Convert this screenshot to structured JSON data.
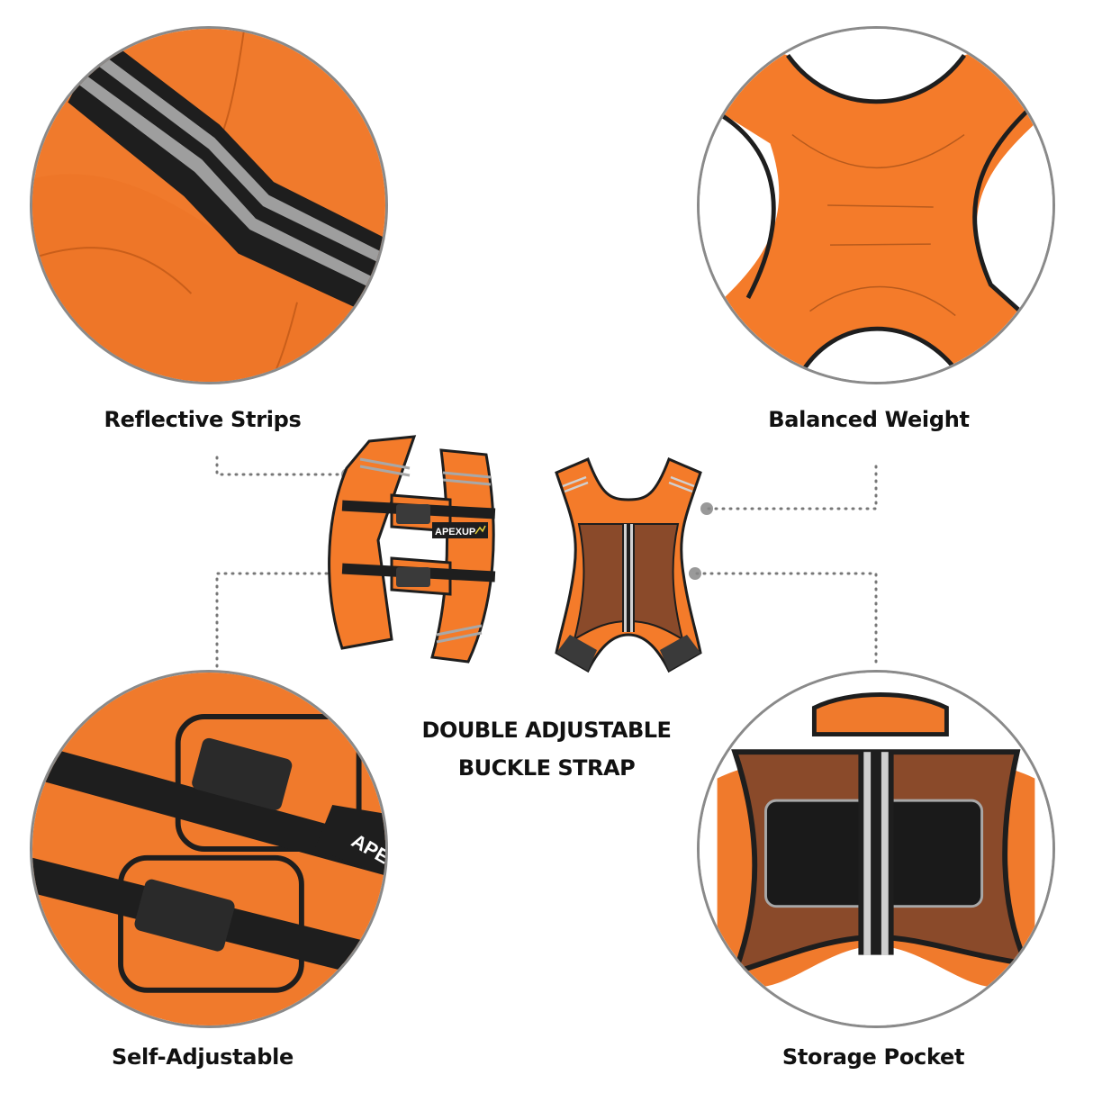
{
  "features": [
    {
      "id": "reflective-strips",
      "label": "Reflective Strips"
    },
    {
      "id": "balanced-weight",
      "label": "Balanced Weight"
    },
    {
      "id": "self-adjustable",
      "label": "Self-Adjustable"
    },
    {
      "id": "storage-pocket",
      "label": "Storage Pocket"
    }
  ],
  "center": {
    "line1": "DOUBLE ADJUSTABLE",
    "line2": "BUCKLE STRAP"
  },
  "brand": {
    "logo_text": "APEXUP",
    "detail_text": "APE"
  },
  "colors": {
    "orange": "#f47b2a",
    "strap_black": "#1e1e1e",
    "reflective_gray": "#a8a8a8",
    "circle_border": "#8a8a8a",
    "connector_dots": "#777777"
  }
}
